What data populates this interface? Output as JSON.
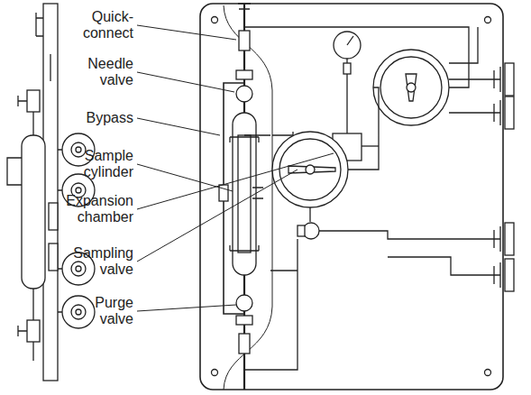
{
  "diagram": {
    "labels": [
      "Quick-connect",
      "Needle valve",
      "Bypass",
      "Sample cylinder",
      "Expansion chamber",
      "Sampling valve",
      "Purge valve"
    ]
  }
}
